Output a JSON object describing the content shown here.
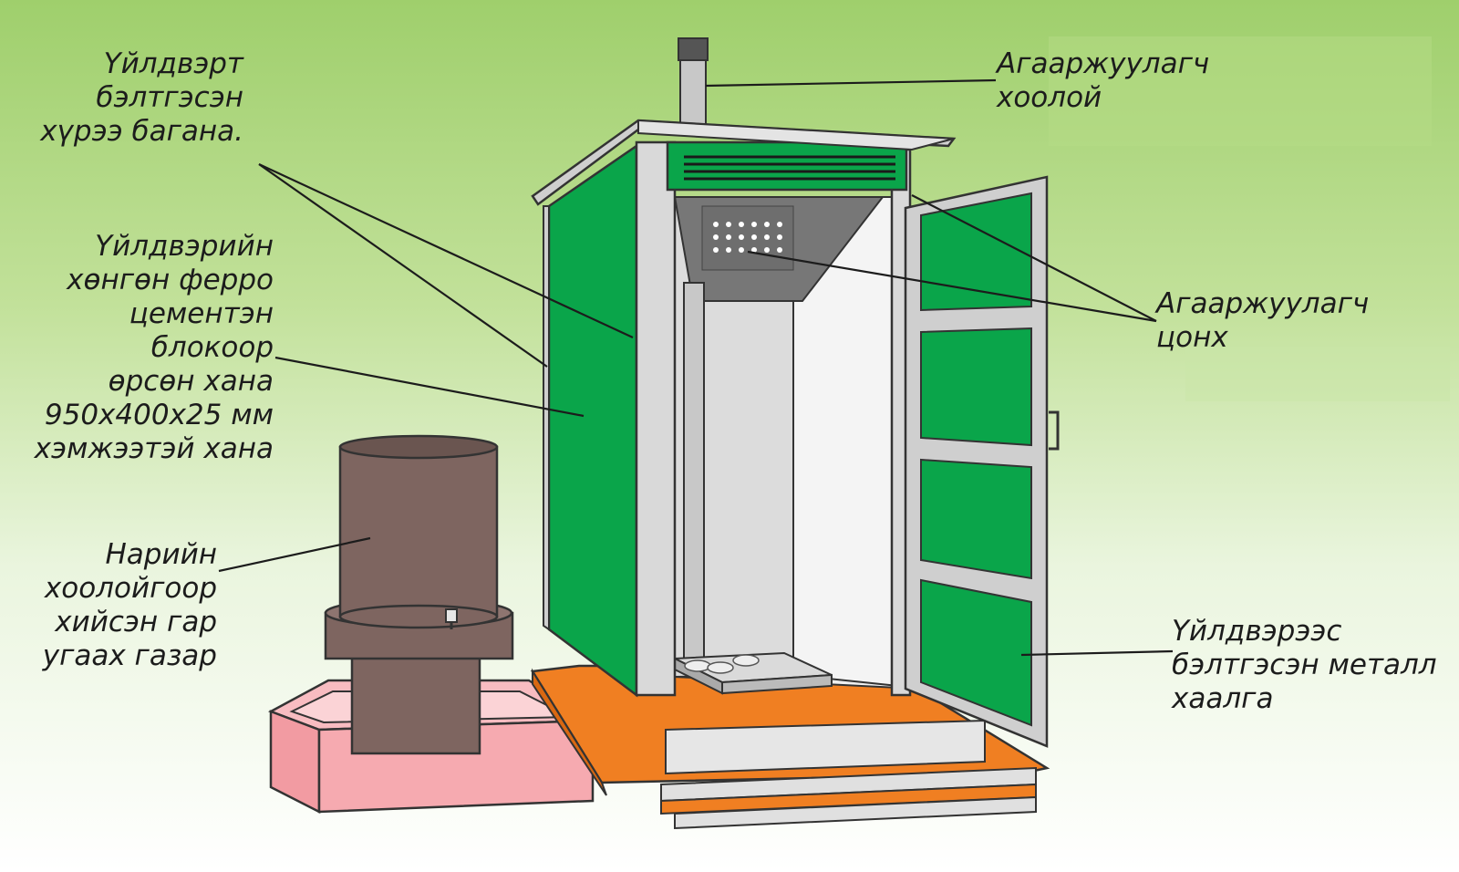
{
  "labels": {
    "pillar": {
      "lines": [
        "Үйлдвэрт",
        "бэлтгэсэн",
        "хүрээ багана."
      ]
    },
    "wall": {
      "lines": [
        "Үйлдвэрийн",
        "хөнгөн ферро",
        "цементэн",
        "блокоор",
        "өрсөн хана",
        "950х400х25 мм",
        "хэмжээтэй хана"
      ]
    },
    "handwash": {
      "lines": [
        "Нарийн",
        "хоолойгоор",
        "хийсэн гар",
        "угаах газар"
      ]
    },
    "vent_pipe": {
      "lines": [
        "Агааржуулагч",
        "хоолой"
      ]
    },
    "vent_window": {
      "lines": [
        "Агааржуулагч",
        "цонх"
      ]
    },
    "door": {
      "lines": [
        "Үйлдвэрээс",
        "бэлтгэсэн металл",
        "хаалга"
      ]
    }
  },
  "colors": {
    "wall_green": "#0aa54a",
    "frame_grey": "#d9d9d9",
    "platform_orange": "#f07f22",
    "tank_brown": "#7e6560",
    "basin_pink": "#f6aab0",
    "background_green": "#a9d37a"
  }
}
